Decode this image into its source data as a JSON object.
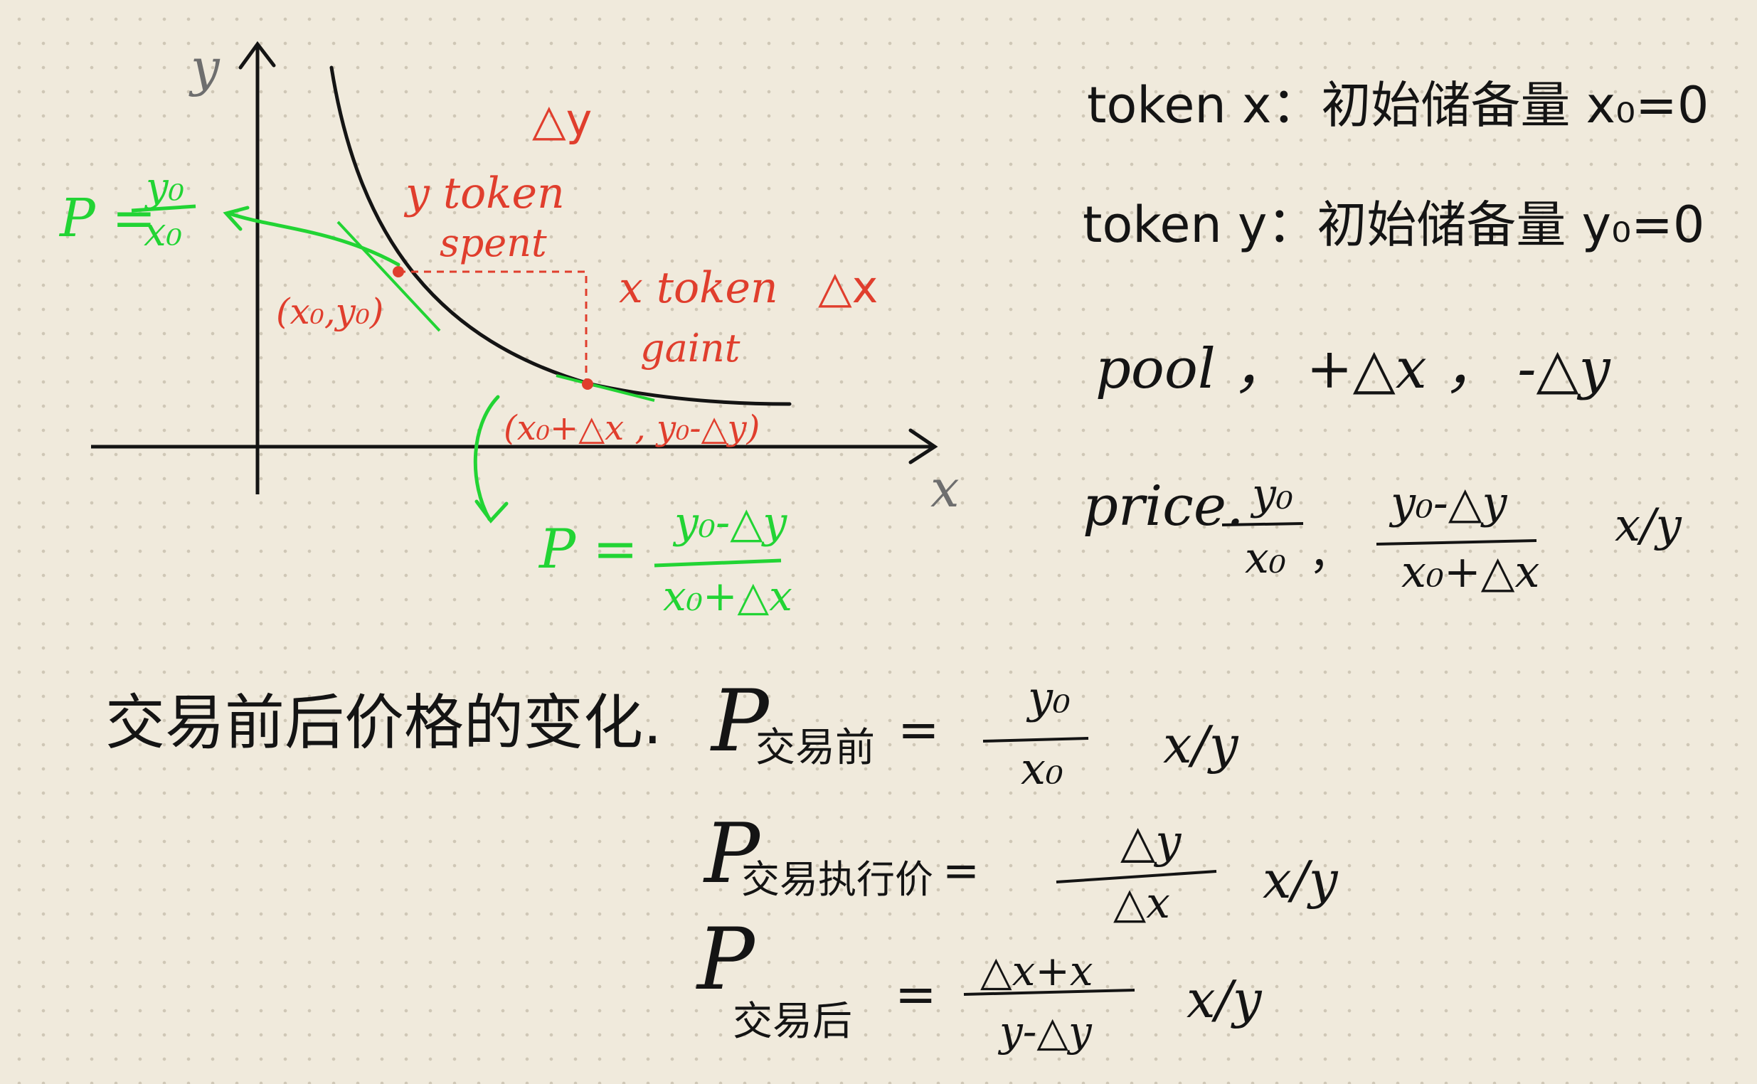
{
  "diagram": {
    "axis_y_label": "y",
    "axis_x_label": "x",
    "red_dy": "△y",
    "red_y_token_line1": "y token",
    "red_y_token_line2": "spent",
    "red_x_token_line1": "x token",
    "red_x_token_line2": "gaint",
    "red_dx": "△x",
    "point_a": "(x₀,y₀)",
    "point_b": "(x₀+△x , y₀-△y)",
    "green_p_left_lhs": "P =",
    "green_p_left_num": "y₀",
    "green_p_left_den": "x₀",
    "green_p_right_lhs": "P =",
    "green_p_right_num": "y₀-△y",
    "green_p_right_den": "x₀+△x",
    "colors": {
      "red": "#e03e2d",
      "green": "#22d434",
      "ink": "#141414"
    }
  },
  "notes": {
    "line1": "token x：初始储备量 x₀=0",
    "line2": "token y：初始储备量 y₀=0",
    "line3": "pool ， +△x ， -△y",
    "price_label": "price.",
    "price_frac1_num": "y₀",
    "price_frac1_den": "x₀",
    "price_sep": "，",
    "price_frac2_num": "y₀-△y",
    "price_frac2_den": "x₀+△x",
    "price_unit": "x/y"
  },
  "bottom": {
    "heading": "交易前后价格的变化.",
    "row1_p": "P",
    "row1_sub": "交易前",
    "row1_eq": "=",
    "row1_num": "y₀",
    "row1_den": "x₀",
    "row1_unit": "x/y",
    "row2_p": "P",
    "row2_sub": "交易执行价",
    "row2_eq": "=",
    "row2_num": "△y",
    "row2_den": "△x",
    "row2_unit": "x/y",
    "row3_p": "P",
    "row3_sub": "交易后",
    "row3_eq": "=",
    "row3_num": "△x+x",
    "row3_den": "y-△y",
    "row3_unit": "x/y"
  }
}
